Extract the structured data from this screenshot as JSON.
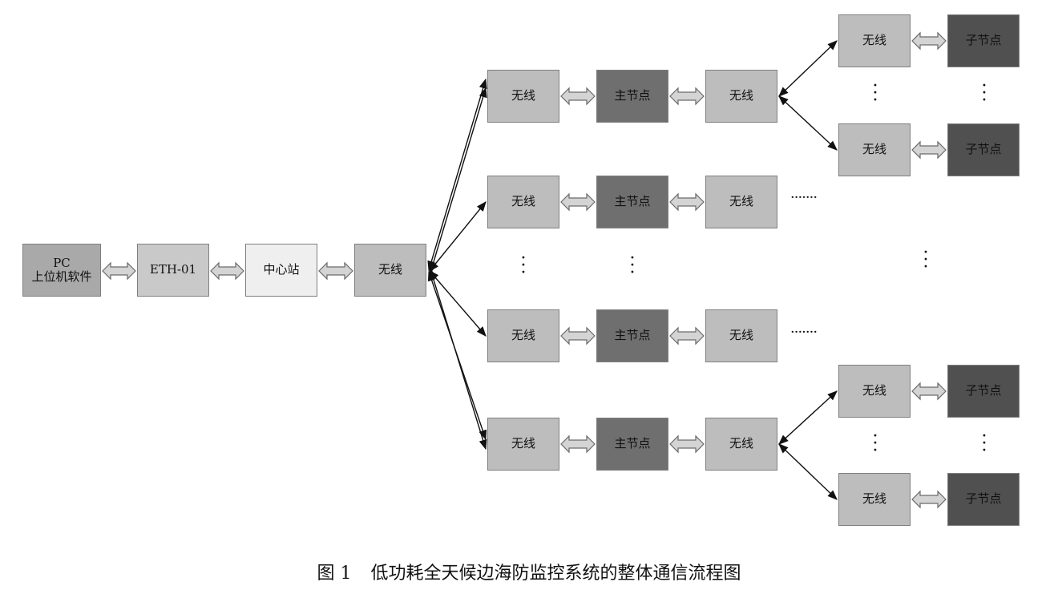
{
  "labels": {
    "pc_line1": "PC",
    "pc_line2": "上位机软件",
    "eth": "ETH-01",
    "center": "中心站",
    "wireless": "无线",
    "master": "主节点",
    "child": "子节点",
    "dash_dots": "·······"
  },
  "caption": {
    "number": "图 1",
    "text": "低功耗全天候边海防监控系统的整体通信流程图"
  },
  "colors": {
    "pc": "#a9a9a9",
    "eth": "#c9c9c9",
    "center": "#efefef",
    "wireless": "#bdbdbd",
    "master": "#6f6f6f",
    "child": "#505050"
  }
}
